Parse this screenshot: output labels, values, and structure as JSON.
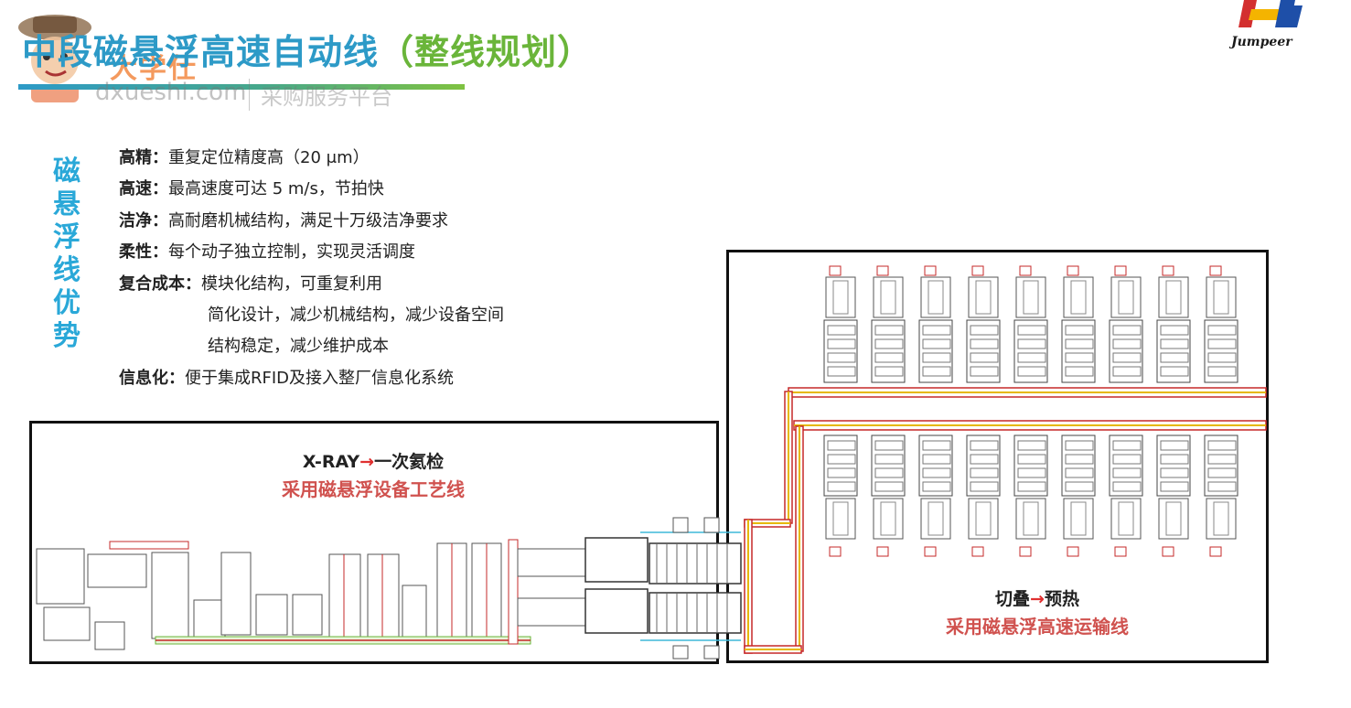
{
  "header": {
    "title_main": "中段磁悬浮高速自动线",
    "title_paren": "（整线规划）",
    "brand_name": "Jumpeer"
  },
  "watermark": {
    "site_cn": "大学仕",
    "url": "dxueshi.com",
    "tagline": "采购服务平台"
  },
  "sidebar": {
    "vertical_label_chars": [
      "磁",
      "悬",
      "浮",
      "线",
      "优",
      "势"
    ]
  },
  "features": [
    {
      "key": "高精：",
      "value": "重复定位精度高（20 μm）"
    },
    {
      "key": "高速：",
      "value": "最高速度可达 5 m/s，节拍快"
    },
    {
      "key": "洁净：",
      "value": "高耐磨机械结构，满足十万级洁净要求"
    },
    {
      "key": "柔性：",
      "value": "每个动子独立控制，实现灵活调度"
    },
    {
      "key": "复合成本：",
      "value": "模块化结构，可重复利用"
    },
    {
      "key": "",
      "value": "简化设计，减少机械结构，减少设备空间"
    },
    {
      "key": "",
      "value": "结构稳定，减少维护成本"
    },
    {
      "key": "信息化：",
      "value": "便于集成RFID及接入整厂信息化系统"
    }
  ],
  "left_panel": {
    "caption_line1_a": "X-RAY",
    "caption_line1_arrow": "→",
    "caption_line1_b": "一次氦检",
    "caption_line2": "采用磁悬浮设备工艺线"
  },
  "right_panel": {
    "caption_line1_a": "切叠",
    "caption_line1_arrow": "→",
    "caption_line1_b": "预热",
    "caption_line2": "采用磁悬浮高速运输线"
  },
  "colors": {
    "title_blue": "#2d9ac7",
    "title_green": "#6ab53a",
    "accent_red": "#d0524f",
    "track_red": "#c62828",
    "track_yellow": "#e6b800"
  }
}
